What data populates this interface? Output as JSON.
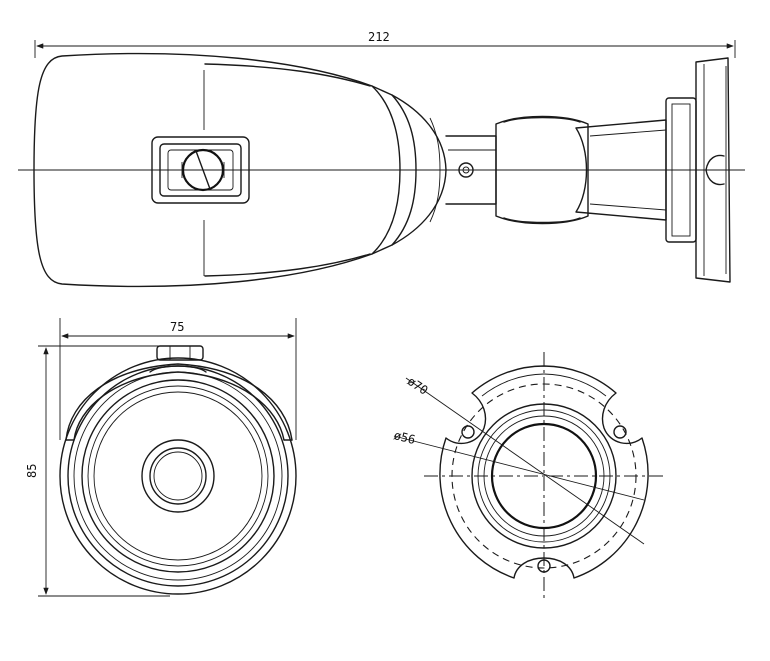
{
  "dimensions": {
    "overall_length": "212",
    "width": "75",
    "height": "85",
    "mount_outer_diameter": "ø70",
    "mount_inner_diameter": "ø56"
  },
  "colors": {
    "line": "#1a1a1a",
    "background": "#ffffff"
  }
}
